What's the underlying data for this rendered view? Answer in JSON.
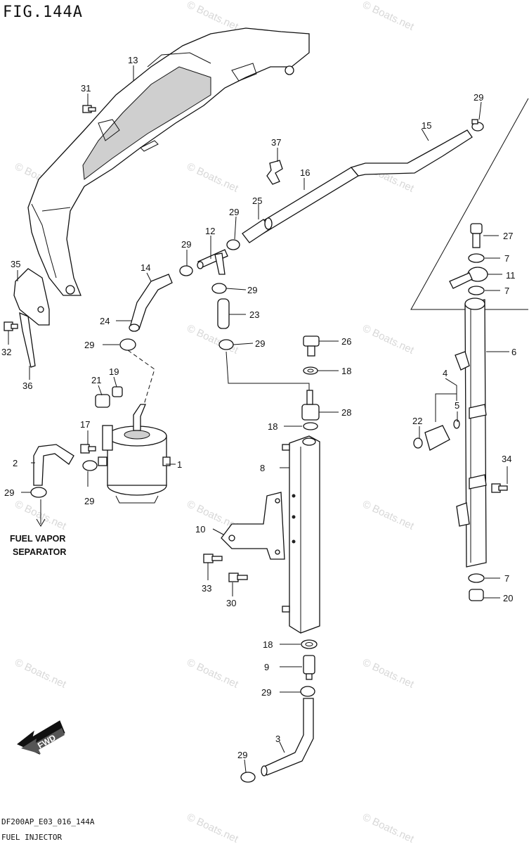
{
  "header": {
    "figure_label": "FIG.144A"
  },
  "footer": {
    "model_code": "DF200AP_E03_016_144A",
    "section_name": "FUEL INJECTOR"
  },
  "annotations": {
    "destination_line1": "FUEL VAPOR",
    "destination_line2": "SEPARATOR",
    "direction_arrow": "FWD"
  },
  "watermark_text": "© Boats.net",
  "callouts": [
    "1",
    "2",
    "3",
    "4",
    "5",
    "6",
    "7",
    "7",
    "7",
    "8",
    "9",
    "10",
    "11",
    "12",
    "13",
    "14",
    "15",
    "16",
    "17",
    "18",
    "18",
    "18",
    "19",
    "20",
    "21",
    "22",
    "23",
    "24",
    "25",
    "26",
    "27",
    "28",
    "29",
    "29",
    "29",
    "29",
    "29",
    "29",
    "29",
    "29",
    "30",
    "31",
    "32",
    "33",
    "34",
    "35",
    "36",
    "37"
  ]
}
